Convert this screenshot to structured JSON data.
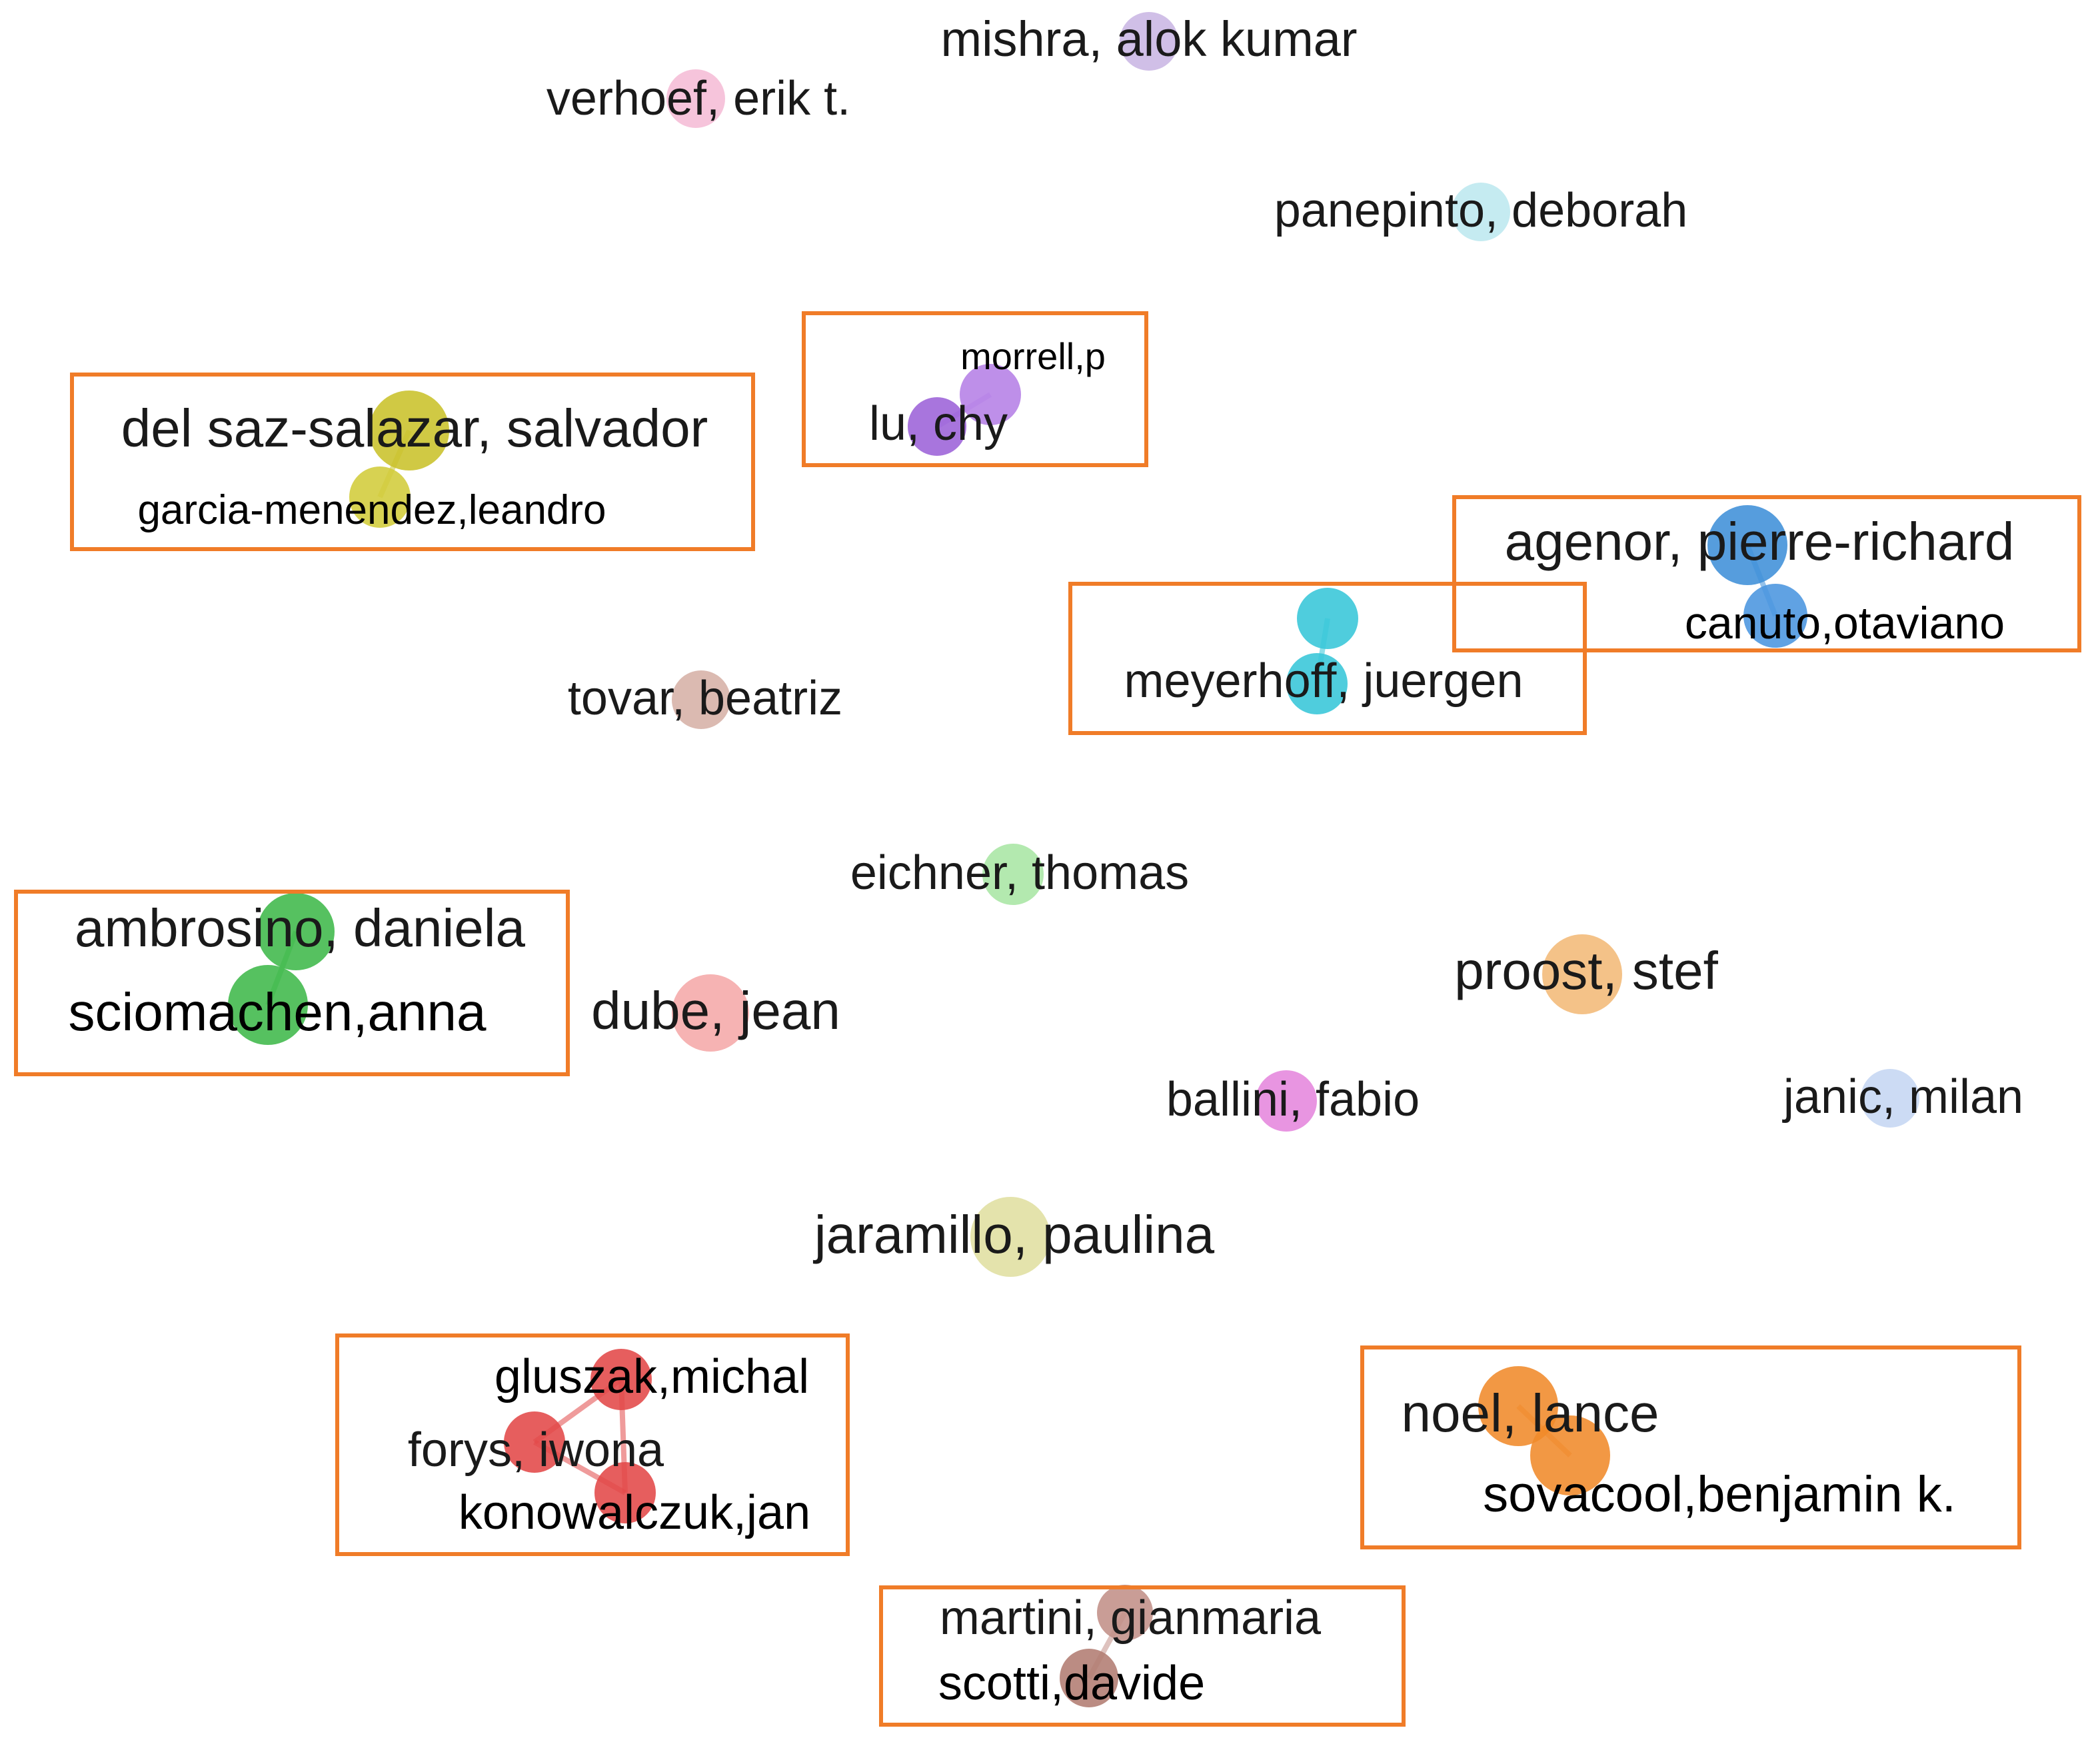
{
  "nodes": {
    "mishra": {
      "label": "mishra, alok kumar",
      "color": "#c9b6e4"
    },
    "verhoef": {
      "label": "verhoef, erik t.",
      "color": "#f5bcd6"
    },
    "panepinto": {
      "label": "panepinto, deborah",
      "color": "#bde8ef"
    },
    "morrell": {
      "label": "morrell,p",
      "color": "#b57fe6"
    },
    "lu": {
      "label": "lu, chy",
      "color": "#9c62d8"
    },
    "delsaz": {
      "label": "del saz-salazar, salvador",
      "color": "#c9c22a"
    },
    "garcia": {
      "label": "garcia-menendez,leandro",
      "color": "#d1cc3a"
    },
    "agenor": {
      "label": "agenor, pierre-richard",
      "color": "#3f8fd8"
    },
    "canuto": {
      "label": "canuto,otaviano",
      "color": "#4a95df"
    },
    "meyer_top": {
      "label": "",
      "color": "#37c6d8"
    },
    "meyerhoff": {
      "label": "meyerhoff, juergen",
      "color": "#37c6d8"
    },
    "tovar": {
      "label": "tovar, beatriz",
      "color": "#d6b0a6"
    },
    "eichner": {
      "label": "eichner, thomas",
      "color": "#a9e6a4"
    },
    "ambrosino": {
      "label": "ambrosino, daniela",
      "color": "#3fb84a"
    },
    "sciomachen": {
      "label": "sciomachen,anna",
      "color": "#3fb84a"
    },
    "dube": {
      "label": "dube, jean",
      "color": "#f5a9a9"
    },
    "proost": {
      "label": "proost, stef",
      "color": "#f2b978"
    },
    "ballini": {
      "label": "ballini, fabio",
      "color": "#e586dd"
    },
    "janic": {
      "label": "janic, milan",
      "color": "#c5d6f2"
    },
    "jaramillo": {
      "label": "jaramillo, paulina",
      "color": "#e0dfa0"
    },
    "gluszak": {
      "label": "gluszak,michal",
      "color": "#e24848"
    },
    "forys": {
      "label": "forys, iwona",
      "color": "#e24848"
    },
    "konowalczuk": {
      "label": "konowalczuk,jan",
      "color": "#e24848"
    },
    "noel": {
      "label": "noel, lance",
      "color": "#f08a2a"
    },
    "sovacool": {
      "label": "sovacool,benjamin k.",
      "color": "#f08a2a"
    },
    "martini": {
      "label": "martini, gianmaria",
      "color": "#c29088"
    },
    "scotti": {
      "label": "scotti,davide",
      "color": "#b27c72"
    }
  },
  "links": [
    [
      "morrell",
      "lu"
    ],
    [
      "delsaz",
      "garcia"
    ],
    [
      "agenor",
      "canuto"
    ],
    [
      "meyer_top",
      "meyerhoff"
    ],
    [
      "ambrosino",
      "sciomachen"
    ],
    [
      "gluszak",
      "forys"
    ],
    [
      "gluszak",
      "konowalczuk"
    ],
    [
      "forys",
      "konowalczuk"
    ],
    [
      "noel",
      "sovacool"
    ],
    [
      "martini",
      "scotti"
    ]
  ],
  "highlight_color": "#f07c28"
}
